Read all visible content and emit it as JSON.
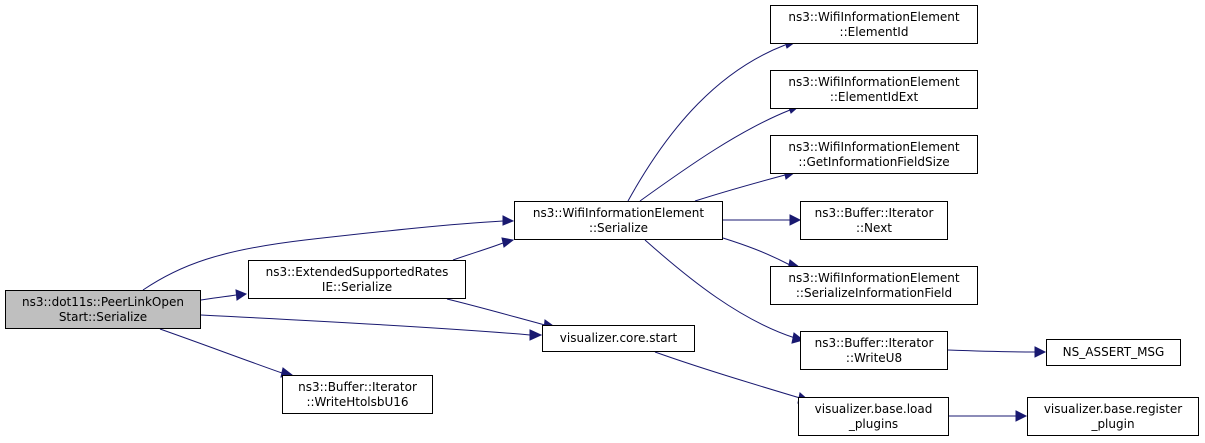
{
  "nodes": {
    "root": [
      "ns3::dot11s::PeerLinkOpen",
      "Start::Serialize"
    ],
    "esr": [
      "ns3::ExtendedSupportedRates",
      "IE::Serialize"
    ],
    "wie_serialize": [
      "ns3::WifiInformationElement",
      "::Serialize"
    ],
    "writehtolsb": [
      "ns3::Buffer::Iterator",
      "::WriteHtolsbU16"
    ],
    "viz_start": [
      "visualizer.core.start"
    ],
    "element_id": [
      "ns3::WifiInformationElement",
      "::ElementId"
    ],
    "element_id_ext": [
      "ns3::WifiInformationElement",
      "::ElementIdExt"
    ],
    "get_info_size": [
      "ns3::WifiInformationElement",
      "::GetInformationFieldSize"
    ],
    "iter_next": [
      "ns3::Buffer::Iterator",
      "::Next"
    ],
    "serialize_info": [
      "ns3::WifiInformationElement",
      "::SerializeInformationField"
    ],
    "write_u8": [
      "ns3::Buffer::Iterator",
      "::WriteU8"
    ],
    "assert_msg": [
      "NS_ASSERT_MSG"
    ],
    "load_plugins": [
      "visualizer.base.load",
      "_plugins"
    ],
    "register_plugin": [
      "visualizer.base.register",
      "_plugin"
    ]
  },
  "edges": [
    [
      "root",
      "wie_serialize"
    ],
    [
      "root",
      "esr"
    ],
    [
      "root",
      "viz_start"
    ],
    [
      "root",
      "writehtolsb"
    ],
    [
      "esr",
      "wie_serialize"
    ],
    [
      "esr",
      "viz_start"
    ],
    [
      "wie_serialize",
      "element_id"
    ],
    [
      "wie_serialize",
      "element_id_ext"
    ],
    [
      "wie_serialize",
      "get_info_size"
    ],
    [
      "wie_serialize",
      "iter_next"
    ],
    [
      "wie_serialize",
      "serialize_info"
    ],
    [
      "wie_serialize",
      "write_u8"
    ],
    [
      "viz_start",
      "load_plugins"
    ],
    [
      "write_u8",
      "assert_msg"
    ],
    [
      "load_plugins",
      "register_plugin"
    ]
  ],
  "colors": {
    "edge": "#191970",
    "root_fill": "#bfbfbf",
    "node_fill": "#ffffff",
    "border": "#000000"
  }
}
